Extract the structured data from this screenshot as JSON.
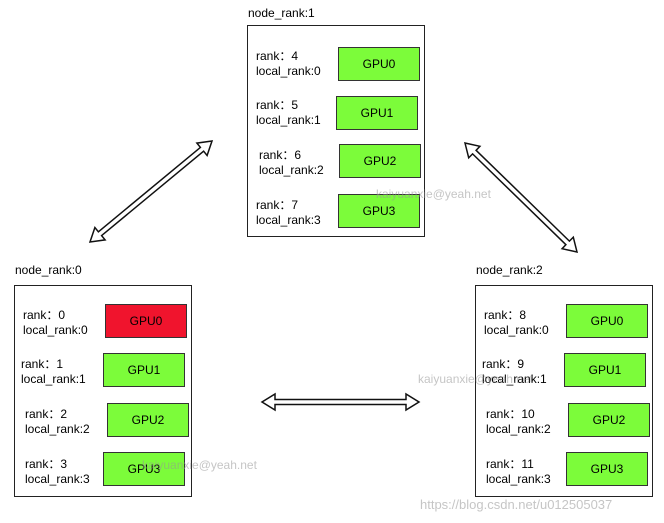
{
  "nodes": [
    {
      "label": "node_rank:1",
      "gpus": [
        {
          "rank": "rank：4",
          "local_rank": "local_rank:0",
          "gpu": "GPU0",
          "color": "#7CFC3A"
        },
        {
          "rank": "rank：5",
          "local_rank": "local_rank:1",
          "gpu": "GPU1",
          "color": "#7CFC3A"
        },
        {
          "rank": "rank：6",
          "local_rank": "local_rank:2",
          "gpu": "GPU2",
          "color": "#7CFC3A"
        },
        {
          "rank": "rank：7",
          "local_rank": "local_rank:3",
          "gpu": "GPU3",
          "color": "#7CFC3A"
        }
      ]
    },
    {
      "label": "node_rank:0",
      "gpus": [
        {
          "rank": "rank：0",
          "local_rank": "local_rank:0",
          "gpu": "GPU0",
          "color": "#F0142D"
        },
        {
          "rank": "rank：1",
          "local_rank": "local_rank:1",
          "gpu": "GPU1",
          "color": "#7CFC3A"
        },
        {
          "rank": "rank：2",
          "local_rank": "local_rank:2",
          "gpu": "GPU2",
          "color": "#7CFC3A"
        },
        {
          "rank": "rank：3",
          "local_rank": "local_rank:3",
          "gpu": "GPU3",
          "color": "#7CFC3A"
        }
      ]
    },
    {
      "label": "node_rank:2",
      "gpus": [
        {
          "rank": "rank：8",
          "local_rank": "local_rank:0",
          "gpu": "GPU0",
          "color": "#7CFC3A"
        },
        {
          "rank": "rank：9",
          "local_rank": "local_rank:1",
          "gpu": "GPU1",
          "color": "#7CFC3A"
        },
        {
          "rank": "rank：10",
          "local_rank": "local_rank:2",
          "gpu": "GPU2",
          "color": "#7CFC3A"
        },
        {
          "rank": "rank：11",
          "local_rank": "local_rank:3",
          "gpu": "GPU3",
          "color": "#7CFC3A"
        }
      ]
    }
  ],
  "watermarks": [
    "kaiyuanxie@yeah.net",
    "kaiyuanxie@yeah.net",
    "kaiyuanxie@yeah.net",
    "https://blog.csdn.net/u012505037"
  ]
}
